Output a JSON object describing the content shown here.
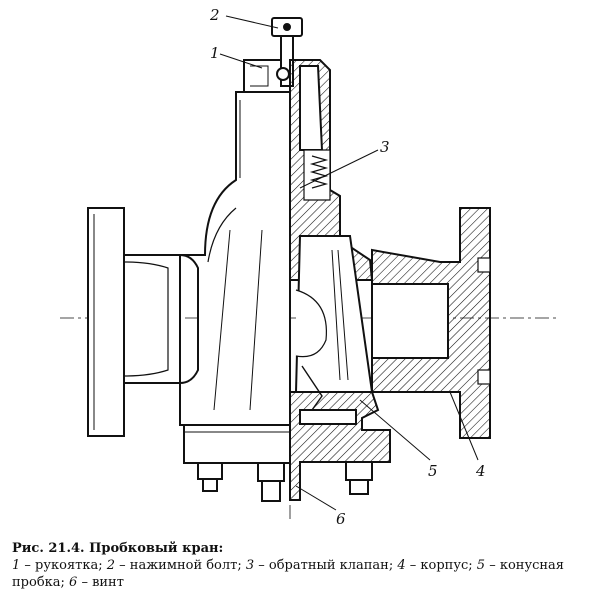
{
  "figure": {
    "callouts": [
      {
        "id": "1",
        "text": "1"
      },
      {
        "id": "2",
        "text": "2"
      },
      {
        "id": "3",
        "text": "3"
      },
      {
        "id": "4",
        "text": "4"
      },
      {
        "id": "5",
        "text": "5"
      },
      {
        "id": "6",
        "text": "6"
      }
    ],
    "caption": {
      "title": "Рис. 21.4. Пробковый кран:",
      "legend": [
        {
          "num": "1",
          "text": " – рукоятка; "
        },
        {
          "num": "2",
          "text": " – нажимной болт; "
        },
        {
          "num": "3",
          "text": " – обратный клапан; "
        },
        {
          "num": "4",
          "text": " – корпус; "
        },
        {
          "num": "5",
          "text": " – конусная пробка; "
        },
        {
          "num": "6",
          "text": " – винт"
        }
      ]
    }
  },
  "colors": {
    "ink": "#111111",
    "paper": "#ffffff"
  }
}
